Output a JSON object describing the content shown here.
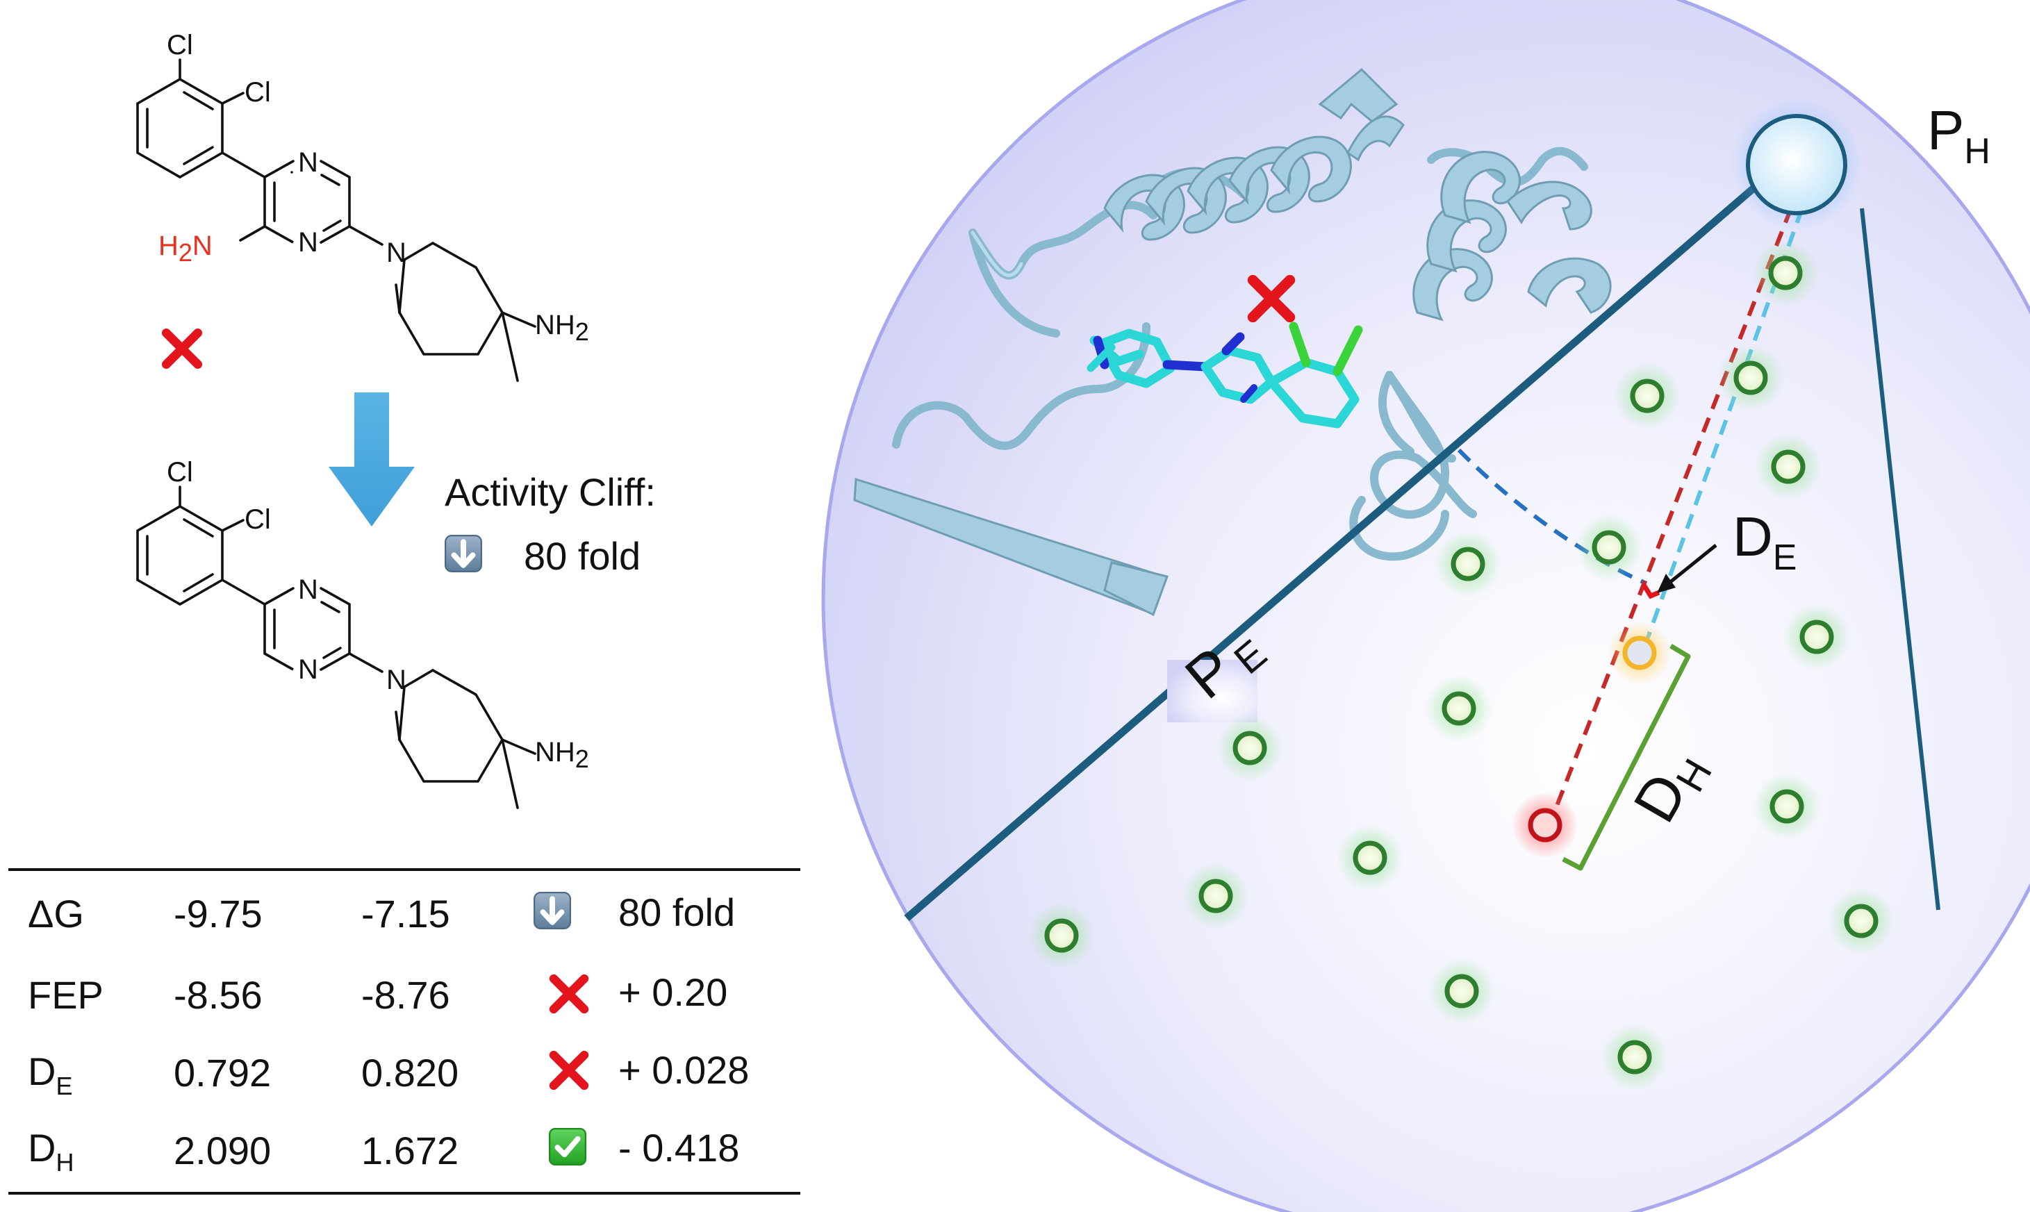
{
  "molecule_top": {
    "atoms": {
      "cl1": "Cl",
      "cl2": "Cl",
      "n1": "N",
      "n2": "N",
      "n3": "N",
      "h2n": "H",
      "h2n_sub": "2",
      "h2n_n": "N",
      "nh2": "NH",
      "nh2_sub": "2"
    },
    "status_mark": "cross-icon"
  },
  "molecule_bottom": {
    "atoms": {
      "cl1": "Cl",
      "cl2": "Cl",
      "n1": "N",
      "n2": "N",
      "n3": "N",
      "nh2": "NH",
      "nh2_sub": "2"
    }
  },
  "callout": {
    "title": "Activity Cliff:",
    "fold": "80 fold",
    "icon": "down-arrow-icon"
  },
  "table": {
    "rows": [
      {
        "label": "ΔG",
        "sub": "",
        "v1": "-9.75",
        "v2": "-7.15",
        "icon": "down-arrow-icon",
        "result": "80 fold"
      },
      {
        "label": "FEP",
        "sub": "",
        "v1": "-8.56",
        "v2": "-8.76",
        "icon": "cross-icon",
        "result": "+ 0.20"
      },
      {
        "label": "D",
        "sub": "E",
        "v1": "0.792",
        "v2": "0.820",
        "icon": "cross-icon",
        "result": "+ 0.028"
      },
      {
        "label": "D",
        "sub": "H",
        "v1": "2.090",
        "v2": "1.672",
        "icon": "check-icon",
        "result": "- 0.418"
      }
    ]
  },
  "sphere": {
    "labels": {
      "ph_main": "P",
      "ph_sub": "H",
      "pe_main": "P",
      "pe_sub": "E",
      "de_main": "D",
      "de_sub": "E",
      "dh_main": "D",
      "dh_sub": "H"
    },
    "colors": {
      "sphere_fill": "#e4e4fb",
      "sphere_stroke": "#a8a8ee",
      "plane_line": "#1b5c7f",
      "protein": "#a5cde0",
      "green_point": "#2f7d2f",
      "red_point": "#c0141a",
      "yellow_point": "#f2b428",
      "distance_red": "#c62828",
      "distance_cyan": "#5bc3e6",
      "bracket_green": "#5aa032"
    }
  }
}
